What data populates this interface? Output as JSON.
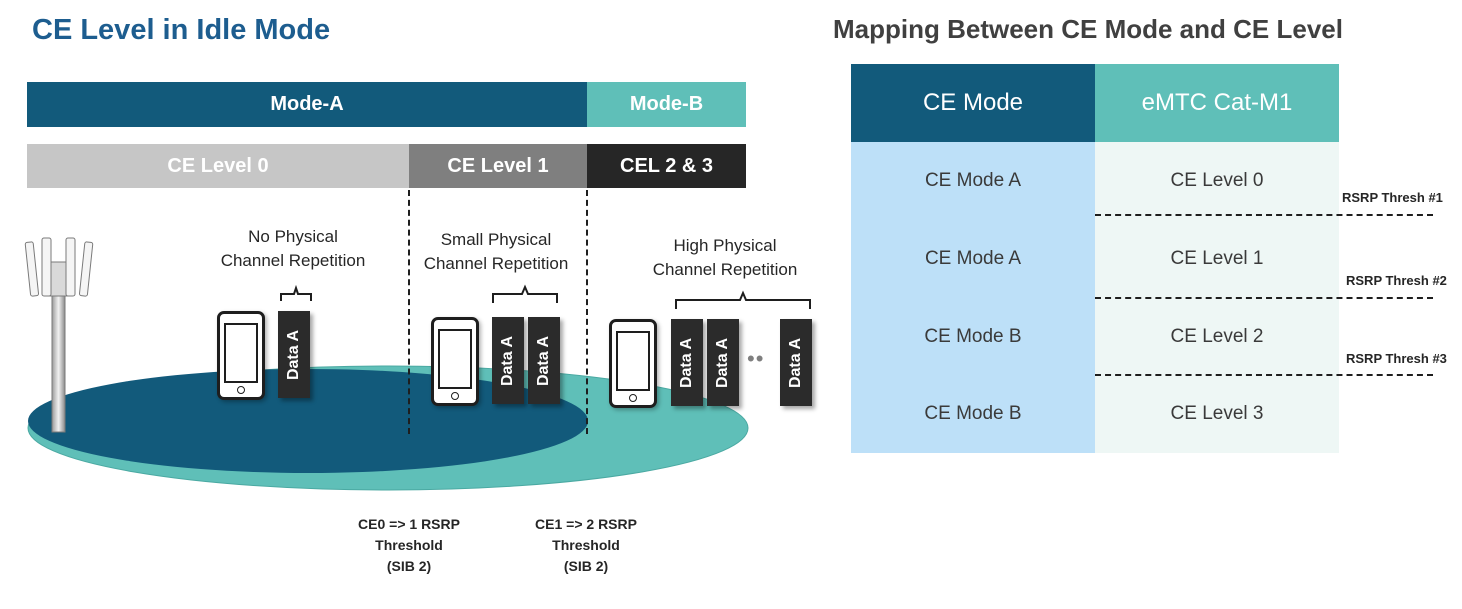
{
  "left_diagram": {
    "title": "CE Level in Idle Mode",
    "modes": [
      {
        "label": "Mode-A",
        "color": "#125a7b"
      },
      {
        "label": "Mode-B",
        "color": "#5fbfb8"
      }
    ],
    "ce_levels": [
      {
        "label": "CE Level 0",
        "color": "#c6c6c6"
      },
      {
        "label": "CE Level 1",
        "color": "#7f7f7f"
      },
      {
        "label": "CEL 2 & 3",
        "color": "#262626"
      }
    ],
    "repetition_captions": [
      {
        "line1": "No Physical",
        "line2": "Channel Repetition"
      },
      {
        "line1": "Small Physical",
        "line2": "Channel Repetition"
      },
      {
        "line1": "High Physical",
        "line2": "Channel Repetition"
      }
    ],
    "data_block_label": "Data A",
    "ellipsis": "••",
    "threshold_notes": [
      {
        "line1": "CE0 => 1 RSRP",
        "line2": "Threshold",
        "line3": "(SIB 2)"
      },
      {
        "line1": "CE1 => 2 RSRP",
        "line2": "Threshold",
        "line3": "(SIB 2)"
      }
    ],
    "colors": {
      "inner_cell": "#125a7b",
      "outer_cell": "#5fbfb8"
    }
  },
  "right_table": {
    "title": "Mapping Between CE Mode and CE Level",
    "headers": [
      "CE Mode",
      "eMTC Cat-M1"
    ],
    "rows": [
      {
        "mode": "CE Mode A",
        "level": "CE Level 0"
      },
      {
        "mode": "CE Mode A",
        "level": "CE Level 1"
      },
      {
        "mode": "CE Mode B",
        "level": "CE Level 2"
      },
      {
        "mode": "CE Mode B",
        "level": "CE Level 3"
      }
    ],
    "thresholds": [
      "RSRP Thresh #1",
      "RSRP Thresh #2",
      "RSRP Thresh #3"
    ],
    "colors": {
      "header_mode": "#125a7b",
      "header_cat": "#5fbfb8",
      "col_mode": "#bde0f8",
      "col_cat": "#eef7f5"
    }
  }
}
